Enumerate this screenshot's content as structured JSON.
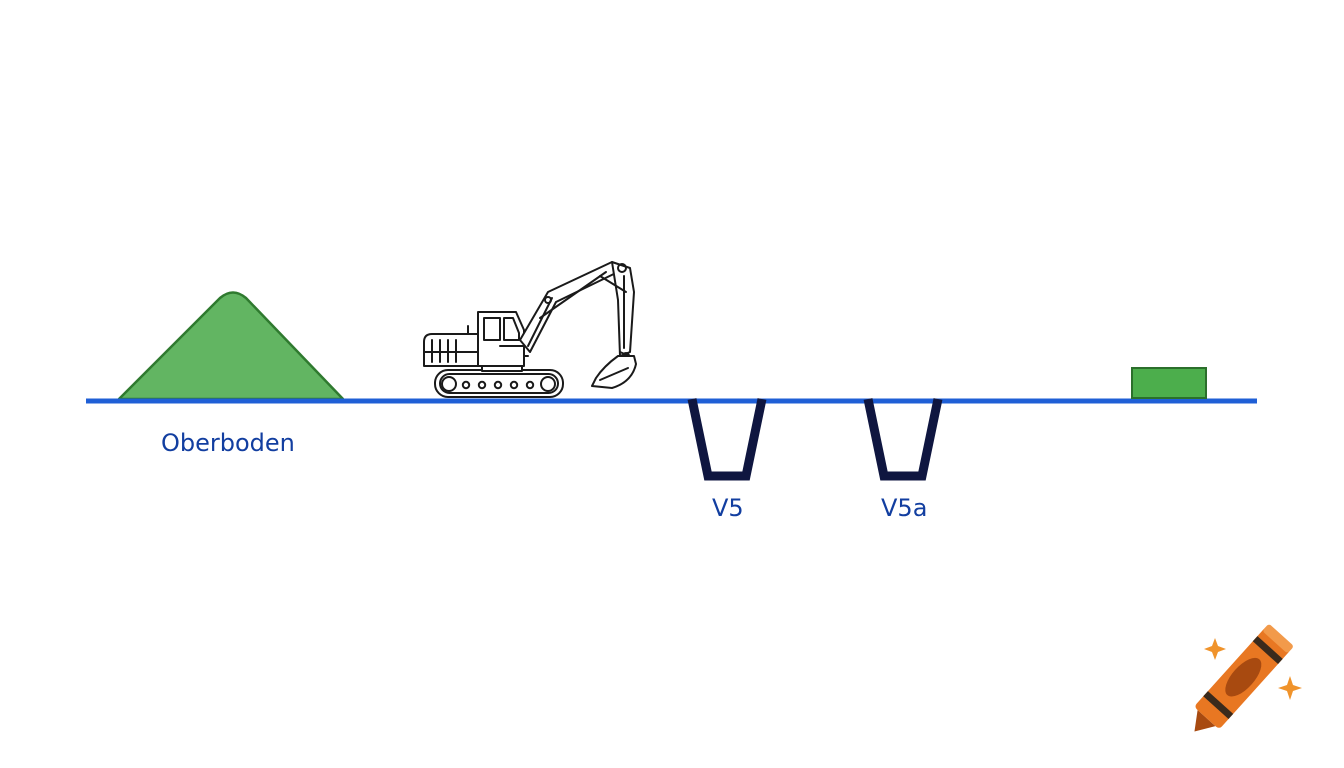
{
  "labels": {
    "topsoil": "Oberboden",
    "trench_1": "V5",
    "trench_2": "V5a"
  },
  "colors": {
    "ground_line": "#1f5fd6",
    "label_text": "#123ea0",
    "trench_stroke": "#0f1640",
    "topsoil_fill": "#62b562",
    "topsoil_stroke": "#2f7a2f",
    "block_fill": "#4cae4c",
    "block_stroke": "#2b6f2b",
    "excavator_stroke": "#1a1a1a",
    "crayon_body": "#e87722",
    "crayon_dark": "#a84a10",
    "crayon_band": "#3a2a1c",
    "sparkle": "#f0932b"
  },
  "icons": {
    "excavator": "excavator-icon",
    "logo": "crayon-logo-icon"
  }
}
